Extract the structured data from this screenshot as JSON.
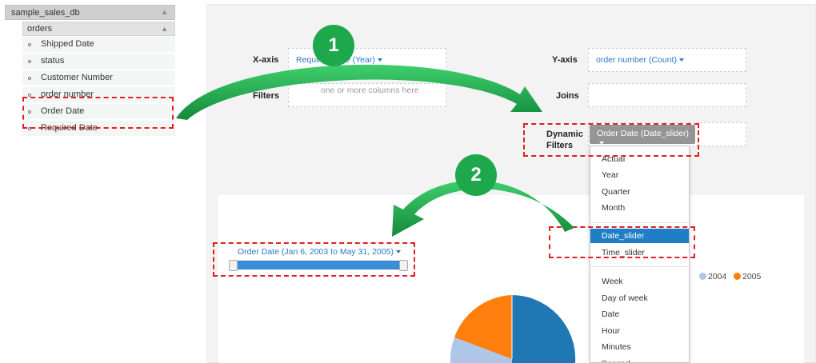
{
  "tree": {
    "database": "sample_sales_db",
    "table": "orders",
    "columns": [
      "Shipped Date",
      "status",
      "Customer Number",
      "order number",
      "Order Date",
      "Required Date"
    ]
  },
  "config": {
    "xaxis_label": "X-axis",
    "xaxis_value": "Required Date (Year)",
    "filters_label": "Filters",
    "filters_placeholder": "one or more columns here",
    "yaxis_label": "Y-axis",
    "yaxis_value": "order number (Count)",
    "joins_label": "Joins",
    "dynamic_label_1": "Dynamic",
    "dynamic_label_2": "Filters",
    "dynamic_chip": "Order Date (Date_slider)"
  },
  "dropdown": {
    "items": [
      "Actual",
      "Year",
      "Quarter",
      "Month",
      "Date_slider",
      "Time_slider",
      "Week",
      "Day of week",
      "Date",
      "Hour",
      "Minutes",
      "Second"
    ],
    "selected": "Date_slider"
  },
  "slider": {
    "label": "Order Date (Jan 6, 2003 to May 31, 2005)"
  },
  "legend": [
    {
      "name": "2004",
      "color": "#aec7e8"
    },
    {
      "name": "2005",
      "color": "#ff7f0e"
    }
  ],
  "pie_colors": {
    "blue": "#1f77b4",
    "light": "#aec7e8",
    "orange": "#ff7f0e"
  },
  "steps": {
    "one": "1",
    "two": "2"
  },
  "colors": {
    "accent": "#2a78c2",
    "highlight": "#e02020",
    "arrow": "#1da84c"
  }
}
